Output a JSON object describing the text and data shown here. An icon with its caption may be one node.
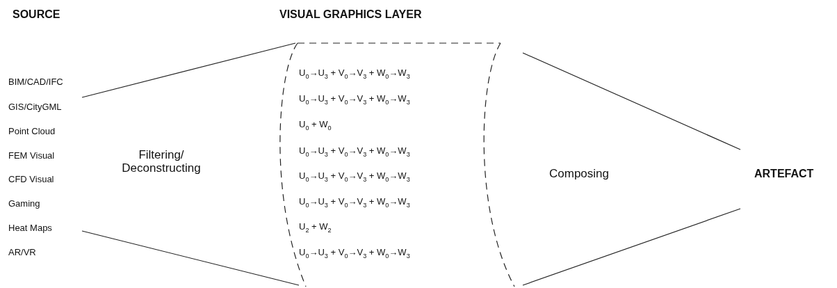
{
  "diagram": {
    "nodes": [
      {
        "text": [
          "VISUAL GRAPHICS LAYER",
          "U$_{0}$→U$_{3}$ + V$_{0}$→V$_{3}$ + W$_{0}$→W$_{3}$",
          "U$_{0}$→U$_{3}$ + V$_{0}$→V$_{3}$ + W$_{0}$→W$_{3}$",
          "U$_{0}$ + W$_{0}$",
          "U$_{0}$→U$_{3}$ + V$_{0}$→V$_{3}$ + W$_{0}$→W$_{3}$",
          "U$_{0}$→U$_{3}$ + V$_{0}$→V$_{3}$ + W$_{0}$→W$_{3}$",
          "U$_{0}$→U$_{3}$ + V$_{0}$→V$_{3}$ + W$_{0}$→W$_{3}$",
          "U$_{2}$ + W$_{2}$",
          "U$_{0}$→U$_{3}$ + V$_{0}$→V$_{3}$ + W$_{0}$→W$_{3}$"
        ]
      }
    ],
    "edges": [],
    "labels": [
      "SOURCE",
      "BIM/CAD/IFC",
      "GIS/CityGML",
      "Point Cloud",
      "FEM Visual",
      "CFD Visual",
      "Gaming",
      "Heat Maps",
      "AR/VR",
      "Filtering/ Deconstructing",
      "Composing",
      "ARTEFACT"
    ]
  }
}
